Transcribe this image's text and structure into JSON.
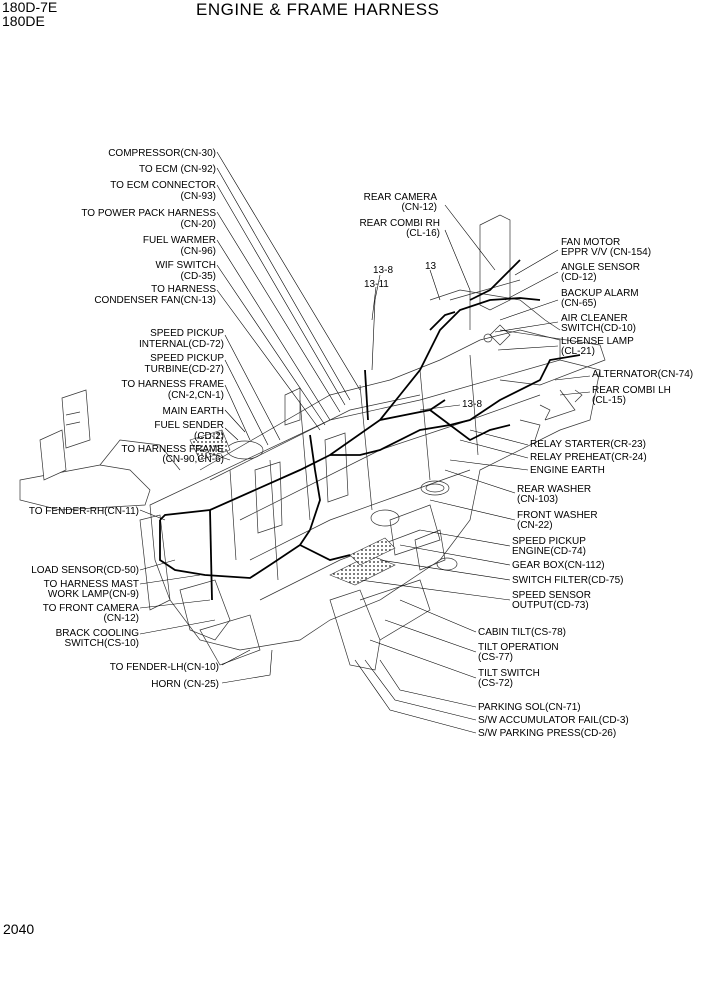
{
  "header": {
    "model_line1": "180D-7E",
    "model_line2": "180DE",
    "title": "ENGINE & FRAME HARNESS",
    "page_number": "2040"
  },
  "callouts": [
    "13-8",
    "13-11",
    "13",
    "13-8"
  ],
  "labels_left": [
    [
      "COMPRESSOR(CN-30)"
    ],
    [
      "TO ECM (CN-92)"
    ],
    [
      "TO ECM CONNECTOR",
      "(CN-93)"
    ],
    [
      "TO POWER PACK HARNESS",
      "(CN-20)"
    ],
    [
      "FUEL WARMER",
      "(CN-96)"
    ],
    [
      "WIF SWITCH",
      "(CD-35)"
    ],
    [
      "TO HARNESS",
      "CONDENSER FAN(CN-13)"
    ],
    [
      "SPEED PICKUP",
      "INTERNAL(CD-72)"
    ],
    [
      "SPEED PICKUP",
      "TURBINE(CD-27)"
    ],
    [
      "TO HARNESS FRAME",
      "(CN-2,CN-1)"
    ],
    [
      "MAIN EARTH"
    ],
    [
      "FUEL SENDER",
      "(CD-2)"
    ],
    [
      "TO HARNESS FRAME",
      "(CN-90,CN-6)"
    ],
    [
      "TO FENDER-RH(CN-11)"
    ],
    [
      "LOAD SENSOR(CD-50)"
    ],
    [
      "TO HARNESS MAST",
      "WORK LAMP(CN-9)"
    ],
    [
      "TO FRONT CAMERA",
      "(CN-12)"
    ],
    [
      "BRACK COOLING",
      "SWITCH(CS-10)"
    ],
    [
      "TO FENDER-LH(CN-10)"
    ],
    [
      "HORN (CN-25)"
    ]
  ],
  "labels_top": [
    [
      "REAR CAMERA",
      "(CN-12)"
    ],
    [
      "REAR COMBI RH",
      "(CL-16)"
    ]
  ],
  "labels_right": [
    [
      "FAN MOTOR",
      "EPPR V/V (CN-154)"
    ],
    [
      "ANGLE SENSOR",
      "(CD-12)"
    ],
    [
      "BACKUP ALARM",
      "(CN-65)"
    ],
    [
      "AIR CLEANER",
      "SWITCH(CD-10)"
    ],
    [
      "LICENSE LAMP",
      "(CL-21)"
    ],
    [
      "ALTERNATOR(CN-74)"
    ],
    [
      "REAR COMBI LH",
      "(CL-15)"
    ],
    [
      "RELAY STARTER(CR-23)"
    ],
    [
      "RELAY PREHEAT(CR-24)"
    ],
    [
      "ENGINE EARTH"
    ],
    [
      "REAR WASHER",
      "(CN-103)"
    ],
    [
      "FRONT WASHER",
      "(CN-22)"
    ],
    [
      "SPEED PICKUP",
      "ENGINE(CD-74)"
    ],
    [
      "GEAR BOX(CN-112)"
    ],
    [
      "SWITCH FILTER(CD-75)"
    ],
    [
      "SPEED SENSOR",
      "OUTPUT(CD-73)"
    ],
    [
      "CABIN TILT(CS-78)"
    ],
    [
      "TILT OPERATION",
      "(CS-77)"
    ],
    [
      "TILT SWITCH",
      "(CS-72)"
    ],
    [
      "PARKING SOL(CN-71)"
    ],
    [
      "S/W ACCUMULATOR FAIL(CD-3)"
    ],
    [
      "S/W PARKING PRESS(CD-26)"
    ]
  ]
}
